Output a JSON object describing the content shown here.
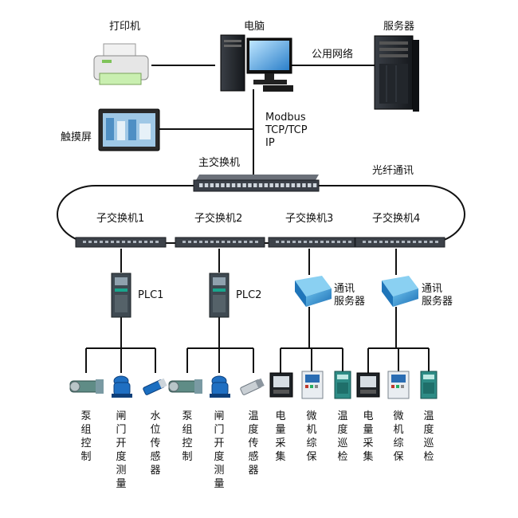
{
  "pc": {
    "label": "电脑"
  },
  "printer": {
    "label": "打印机"
  },
  "server": {
    "label": "服务器"
  },
  "public_network": {
    "label": "公用网络"
  },
  "touchscreen": {
    "label": "触摸屏"
  },
  "protocol": {
    "label": "Modbus\nTCP/TCP\nIP"
  },
  "main_switch": {
    "label": "主交换机"
  },
  "fiber": {
    "label": "光纤通讯"
  },
  "subswitches": [
    {
      "label": "子交换机1"
    },
    {
      "label": "子交换机2"
    },
    {
      "label": "子交换机3"
    },
    {
      "label": "子交换机4"
    }
  ],
  "plcs": [
    {
      "label": "PLC1"
    },
    {
      "label": "PLC2"
    }
  ],
  "comm_servers": [
    {
      "label": "通讯\n服务器"
    },
    {
      "label": "通讯\n服务器"
    }
  ],
  "devices": [
    {
      "label": "泵组控制"
    },
    {
      "label": "闸门开度测量"
    },
    {
      "label": "水位传感器"
    },
    {
      "label": "泵组控制"
    },
    {
      "label": "闸门开度测量"
    },
    {
      "label": "温度传感器"
    },
    {
      "label": "电量采集"
    },
    {
      "label": "微机综保"
    },
    {
      "label": "温度巡检"
    },
    {
      "label": "电量采集"
    },
    {
      "label": "微机综保"
    },
    {
      "label": "温度巡检"
    }
  ]
}
